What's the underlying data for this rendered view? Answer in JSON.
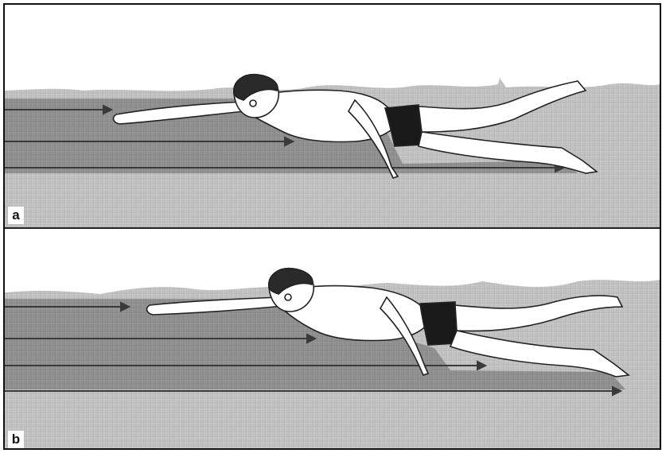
{
  "figure": {
    "panels": [
      {
        "label": "a"
      },
      {
        "label": "b"
      }
    ]
  },
  "colors": {
    "water_surface": "#9a9a9a",
    "water_body": "#c8c8c8",
    "flow_band": "#8a8a8a",
    "arrow": "#3a3a3a",
    "swimsuit": "#1a1a1a",
    "hair": "#2a2a2a",
    "skin": "#ffffff"
  },
  "icons": [
    "swimmer-figure",
    "flow-arrow"
  ]
}
